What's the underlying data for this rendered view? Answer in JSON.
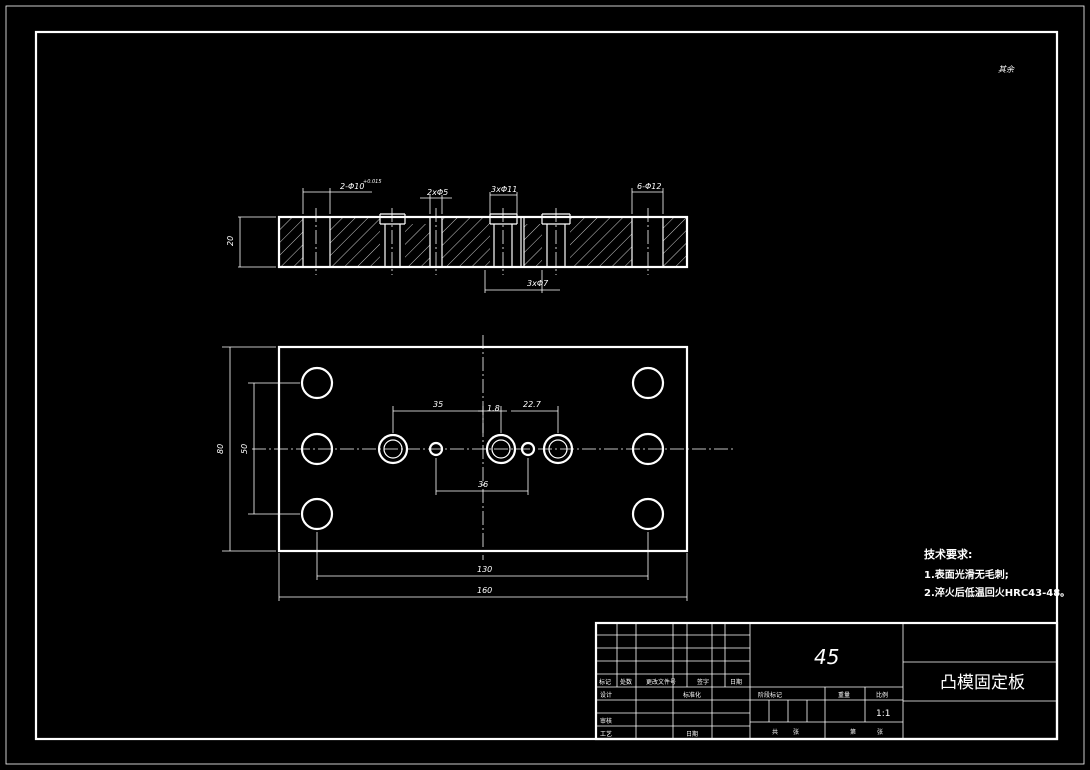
{
  "corner_mark": "其余",
  "side_view": {
    "dim_thickness": "20",
    "dim_counterbore": "2-Φ10",
    "dim_counterbore_tol": "+0.015",
    "dim_pin": "2xΦ5",
    "dim_center_holes": "3xΦ11",
    "dim_small_holes": "3xΦ7",
    "dim_corner_holes": "6-Φ12"
  },
  "top_view": {
    "dim_height": "80",
    "dim_inner_height": "50",
    "dim_35": "35",
    "dim_18": "1.8",
    "dim_227": "22.7",
    "dim_36": "36",
    "dim_130": "130",
    "dim_160": "160"
  },
  "notes": {
    "title": "技术要求:",
    "line1": "1.表面光滑无毛刺;",
    "line2": "2.淬火后低温回火HRC43-48。"
  },
  "title_block": {
    "material": "45",
    "part_name": "凸模固定板",
    "scale": "1:1",
    "label_mark": "标记",
    "label_count": "处数",
    "label_zone": "更改文件号",
    "label_sign": "签字",
    "label_date": "日期",
    "label_design": "设计",
    "label_standard": "标准化",
    "label_check": "审核",
    "label_process": "工艺",
    "label_approve": "日期",
    "label_stage": "阶段标记",
    "label_weight": "重量",
    "label_ratio": "比例",
    "label_sheet": "共",
    "label_sheet2": "张",
    "label_page": "第",
    "label_page2": "张"
  },
  "colors": {
    "background": "#000000",
    "lines": "#ffffff"
  }
}
